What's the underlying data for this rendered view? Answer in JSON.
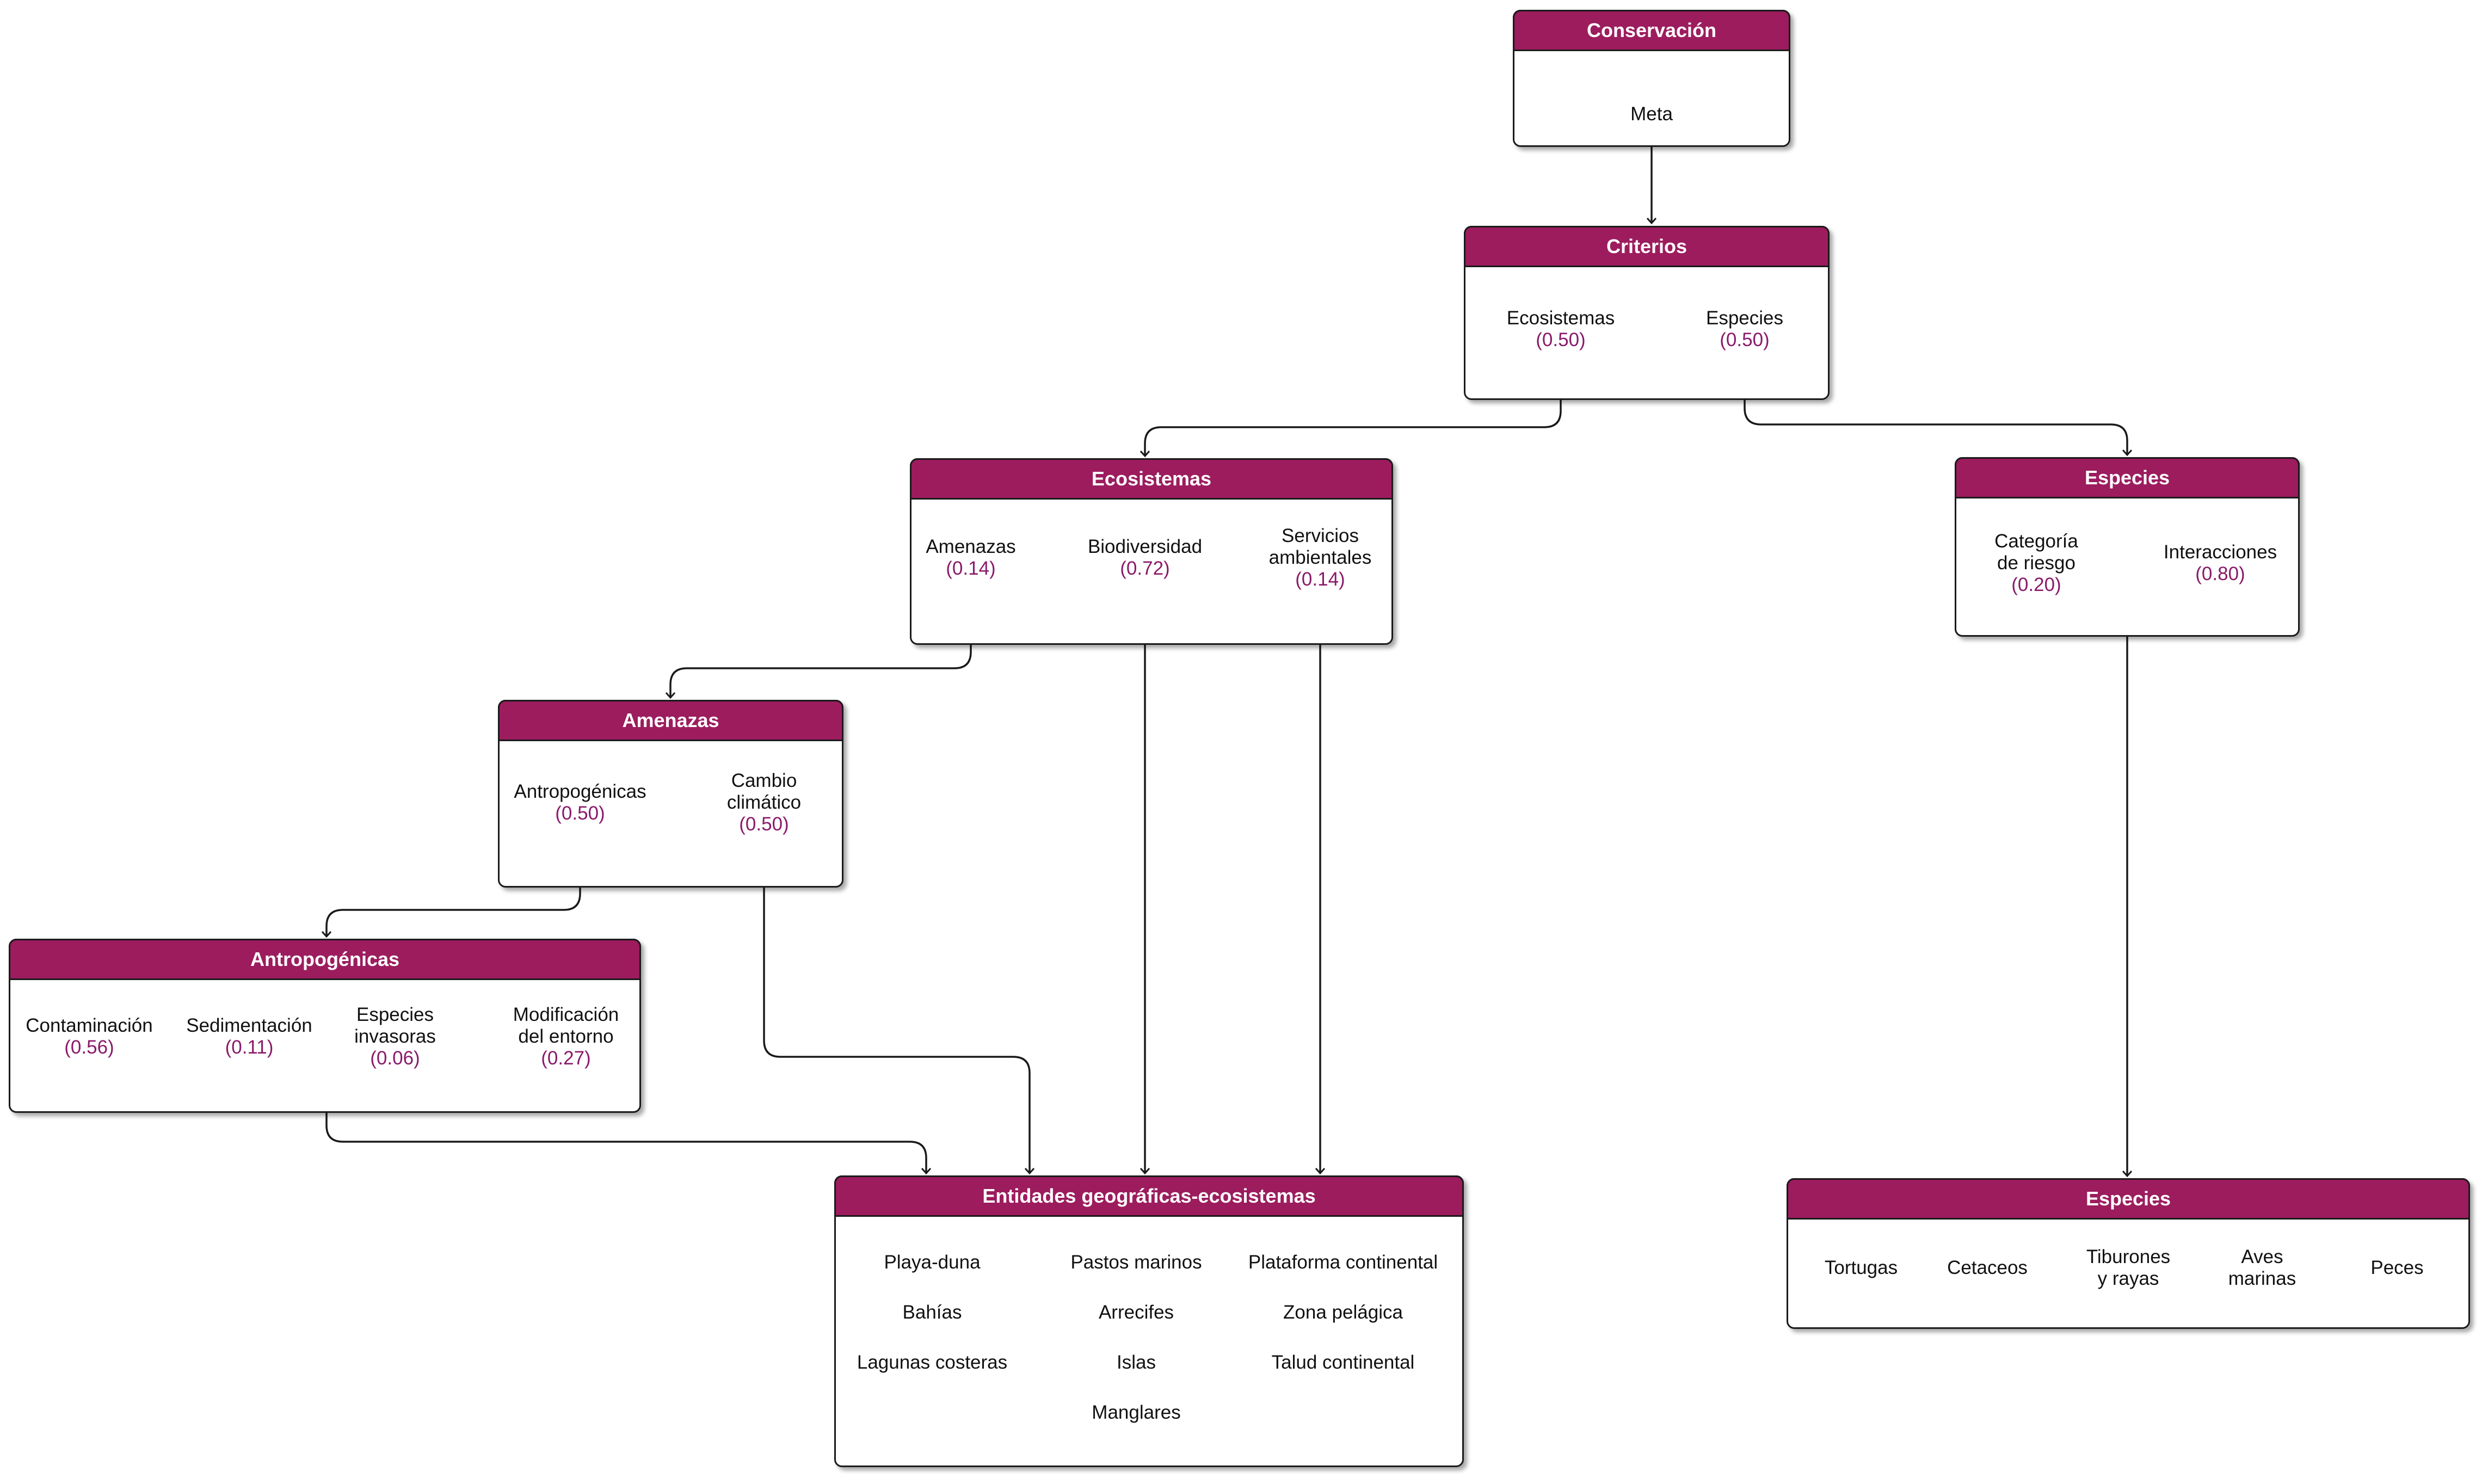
{
  "colors": {
    "header": "#9c1c5e",
    "weight": "#8a1a6a",
    "line": "#1a1a1a"
  },
  "nodes": {
    "conservacion": {
      "title": "Conservación",
      "items": [
        {
          "text": [
            "Meta"
          ]
        }
      ]
    },
    "criterios": {
      "title": "Criterios",
      "items": [
        {
          "text": [
            "Ecosistemas"
          ],
          "weight": "(0.50)"
        },
        {
          "text": [
            "Especies"
          ],
          "weight": "(0.50)"
        }
      ]
    },
    "ecosistemas": {
      "title": "Ecosistemas",
      "items": [
        {
          "text": [
            "Amenazas"
          ],
          "weight": "(0.14)"
        },
        {
          "text": [
            "Biodiversidad"
          ],
          "weight": "(0.72)"
        },
        {
          "text": [
            "Servicios",
            "ambientales"
          ],
          "weight": "(0.14)"
        }
      ]
    },
    "especies_top": {
      "title": "Especies",
      "items": [
        {
          "text": [
            "Categoría",
            "de riesgo"
          ],
          "weight": "(0.20)"
        },
        {
          "text": [
            "Interacciones"
          ],
          "weight": "(0.80)"
        }
      ]
    },
    "amenazas": {
      "title": "Amenazas",
      "items": [
        {
          "text": [
            "Antropogénicas"
          ],
          "weight": "(0.50)"
        },
        {
          "text": [
            "Cambio",
            "climático"
          ],
          "weight": "(0.50)"
        }
      ]
    },
    "antropogenicas": {
      "title": "Antropogénicas",
      "items": [
        {
          "text": [
            "Contaminación"
          ],
          "weight": "(0.56)"
        },
        {
          "text": [
            "Sedimentación"
          ],
          "weight": "(0.11)"
        },
        {
          "text": [
            "Especies",
            "invasoras"
          ],
          "weight": "(0.06)"
        },
        {
          "text": [
            "Modificación",
            "del entorno"
          ],
          "weight": "(0.27)"
        }
      ]
    },
    "entidades": {
      "title": "Entidades geográficas-ecosistemas",
      "chains": [
        [
          "Playa-duna",
          "Bahías",
          "Lagunas costeras"
        ],
        [
          "Pastos marinos",
          "Arrecifes",
          "Islas",
          "Manglares"
        ],
        [
          "Plataforma continental",
          "Zona pelágica",
          "Talud continental"
        ]
      ]
    },
    "especies_bottom": {
      "title": "Especies",
      "items": [
        {
          "text": [
            "Tortugas"
          ]
        },
        {
          "text": [
            "Cetaceos"
          ]
        },
        {
          "text": [
            "Tiburones",
            "y rayas"
          ]
        },
        {
          "text": [
            "Aves",
            "marinas"
          ]
        },
        {
          "text": [
            "Peces"
          ]
        }
      ]
    }
  }
}
